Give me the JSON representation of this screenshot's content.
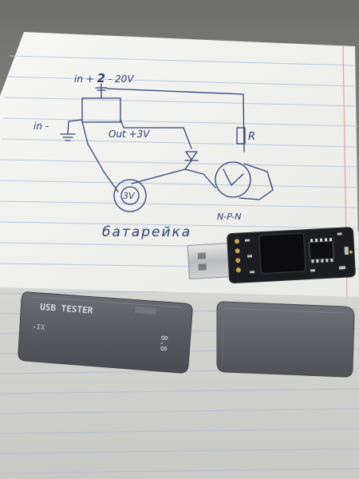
{
  "sketch": {
    "input_range": {
      "prefix": "in +",
      "value": "2",
      "suffix": "- 20V"
    },
    "in_minus": "in -",
    "out_plus": "Out +3V",
    "resistor": "R",
    "battery": "3V",
    "transistor_type": "N-P-N",
    "caption": "батарейка"
  },
  "tester_case": {
    "title": "USB TESTER",
    "left_mark": "-IX",
    "right_mark": "8.8"
  },
  "colors": {
    "paper": "#f3f3f0",
    "ruled_line": "#b9c7dc",
    "margin_line": "#e3a2a8",
    "ink": "#2f3d72",
    "pcb": "#1c1d20",
    "case": "#5a5b62"
  }
}
